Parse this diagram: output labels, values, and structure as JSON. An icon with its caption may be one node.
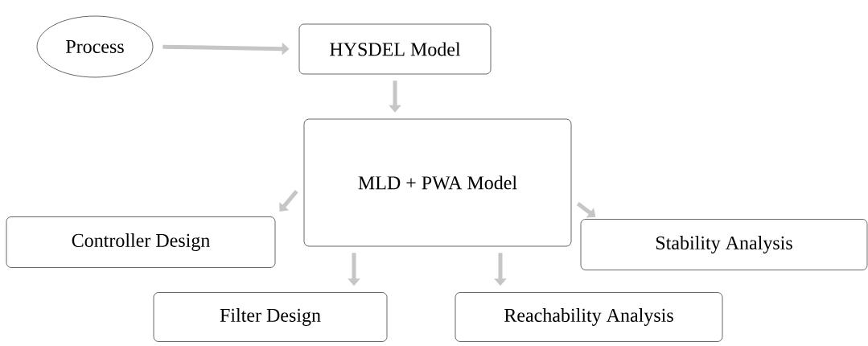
{
  "diagram": {
    "nodes": [
      {
        "text": [
          "Process"
        ]
      },
      {
        "text": [
          "HYSDEL Model"
        ]
      },
      {
        "text": [
          "MLD + PWA Model"
        ]
      },
      {
        "text": [
          "Controller Design"
        ]
      },
      {
        "text": [
          "Stability Analysis"
        ]
      },
      {
        "text": [
          "Filter Design"
        ]
      },
      {
        "text": [
          "Reachability Analysis"
        ]
      }
    ],
    "edges": [
      {
        "from": 0,
        "to": 1,
        "arrow": "to"
      },
      {
        "from": 1,
        "to": 2,
        "arrow": "to"
      },
      {
        "from": 2,
        "to": 3,
        "arrow": "to"
      },
      {
        "from": 2,
        "to": 4,
        "arrow": "to"
      },
      {
        "from": 2,
        "to": 5,
        "arrow": "to"
      },
      {
        "from": 2,
        "to": 6,
        "arrow": "to"
      }
    ]
  }
}
